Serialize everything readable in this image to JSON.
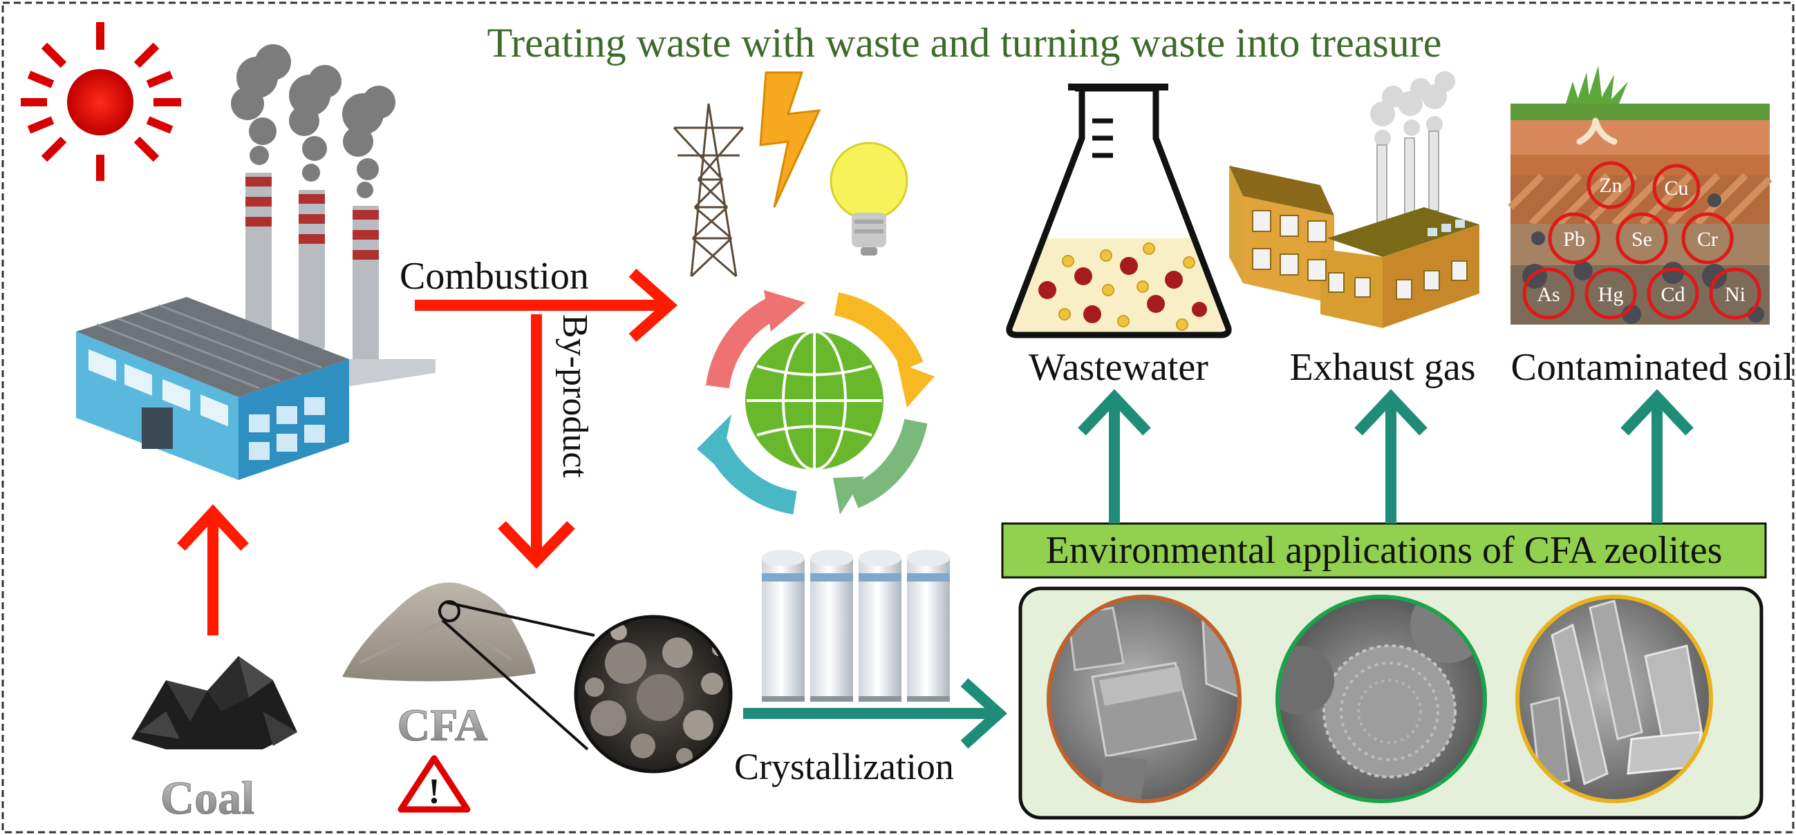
{
  "title": "Treating waste with waste and turning waste into treasure",
  "labels": {
    "combustion": "Combustion",
    "by_product": "By-product",
    "coal": "Coal",
    "cfa": "CFA",
    "crystallization": "Crystallization",
    "wastewater": "Wastewater",
    "exhaust_gas": "Exhaust gas",
    "contaminated_soil": "Contaminated soil",
    "environmental_applications": "Environmental applications of CFA zeolites"
  },
  "soil_elements": {
    "zn": "Zn",
    "cu": "Cu",
    "pb": "Pb",
    "se": "Se",
    "cr": "Cr",
    "as": "As",
    "hg": "Hg",
    "cd": "Cd",
    "ni": "Ni"
  },
  "warning_symbol": "!",
  "colors": {
    "title_green": "#3d6b2a",
    "red_arrow": "#ff1a00",
    "teal_arrow": "#1f8c78",
    "env_box_fill": "#92d050",
    "sem_panel_fill": "#e4f0d9",
    "sem_ring_orange": "#c0622b",
    "sem_ring_green": "#1aa34a",
    "sem_ring_yellow": "#e9b21d"
  },
  "icons": {
    "sun": "sun-icon",
    "factory": "factory-icon",
    "pylon": "power-pylon-icon",
    "lightning": "lightning-bolt-icon",
    "bulb": "light-bulb-icon",
    "globe": "recycling-globe-icon",
    "flask": "flask-icon",
    "plant": "industrial-plant-icon",
    "soil": "soil-layers-icon",
    "coal": "coal-pile-icon",
    "ash": "ash-pile-icon",
    "warning": "warning-triangle-icon",
    "tanks": "storage-tanks-icon"
  }
}
